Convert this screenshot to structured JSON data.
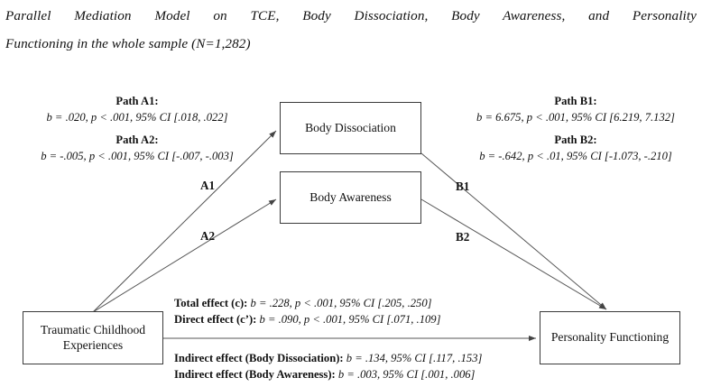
{
  "title": {
    "line1": "Parallel Mediation Model on TCE, Body Dissociation, Body Awareness, and Personality",
    "line2": "Functioning in the whole sample (N=1,282)"
  },
  "nodes": {
    "body_dissociation": "Body Dissociation",
    "body_awareness": "Body Awareness",
    "tce": "Traumatic Childhood Experiences",
    "personality": "Personality Functioning"
  },
  "path_labels": {
    "a1": "A1",
    "a2": "A2",
    "b1": "B1",
    "b2": "B2"
  },
  "statistics": {
    "path_a1": {
      "heading": "Path A1:",
      "detail": "b = .020, p < .001, 95% CI [.018, .022]"
    },
    "path_a2": {
      "heading": "Path A2:",
      "detail": "b = -.005, p < .001, 95% CI [-.007, -.003]"
    },
    "path_b1": {
      "heading": "Path B1:",
      "detail": "b = 6.675, p < .001, 95% CI [6.219, 7.132]"
    },
    "path_b2": {
      "heading": "Path B2:",
      "detail": "b = -.642, p < .01, 95% CI [-1.073, -.210]"
    },
    "total_effect": {
      "lead": "Total effect (c):",
      "detail": " b = .228, p < .001, 95% CI [.205, .250]"
    },
    "direct_effect": {
      "lead": "Direct effect (c’):",
      "detail": " b = .090, p < .001, 95% CI [.071, .109]"
    },
    "indirect_dissociation": {
      "lead": "Indirect effect (Body Dissociation):",
      "detail": " b = .134, 95% CI [.117, .153]"
    },
    "indirect_awareness": {
      "lead": "Indirect effect (Body Awareness):",
      "detail": " b = .003, 95% CI [.001, .006]"
    }
  },
  "colors": {
    "stroke": "#555555",
    "box_border": "#3a3a3a",
    "text": "#111111",
    "background": "#ffffff"
  }
}
